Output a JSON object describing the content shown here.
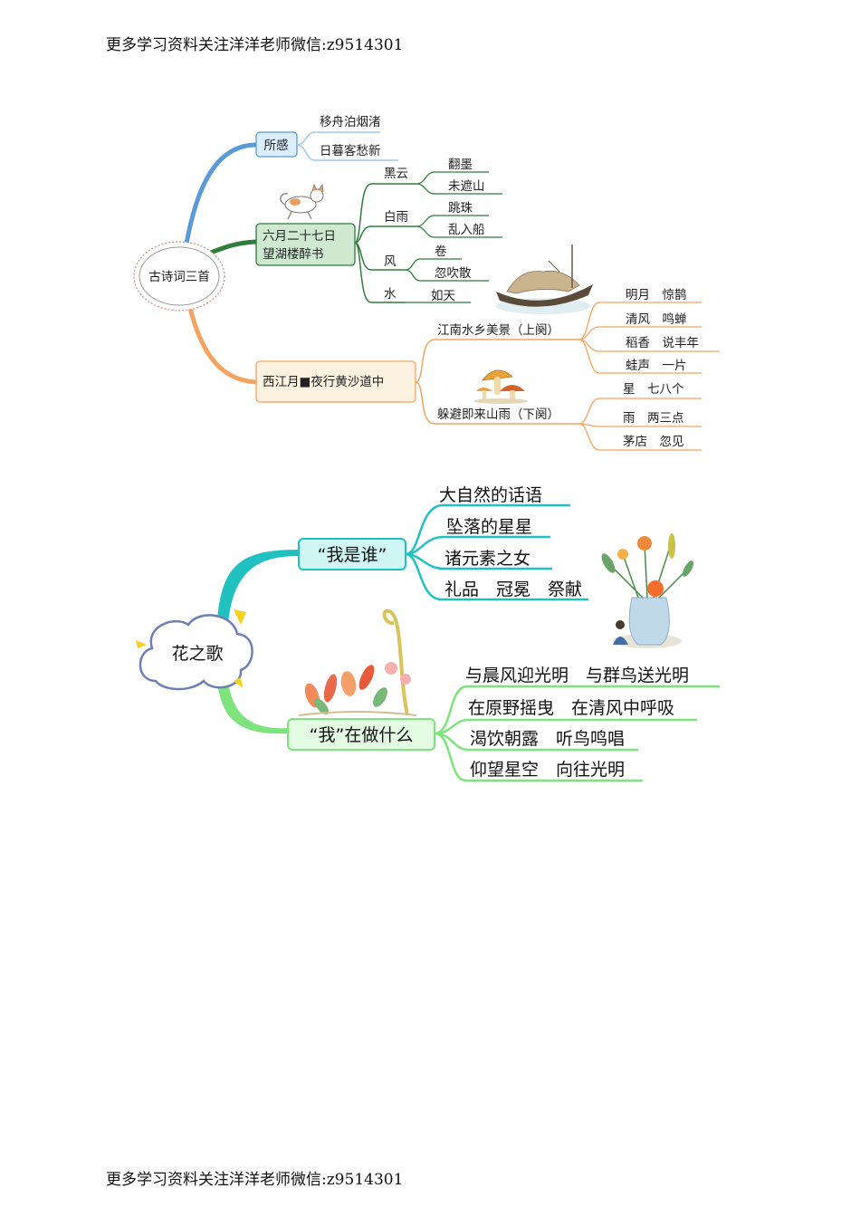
{
  "header_text": "更多学习资料关注洋洋老师微信:z9514301",
  "footer_text": "更多学习资料关注洋洋老师微信:z9514301",
  "colors": {
    "blue": "#5b9bd5",
    "green": "#2e7d3c",
    "orange": "#f4a460",
    "teal": "#21c1c1",
    "lime": "#7de37d"
  },
  "map1": {
    "root": "古诗词三首",
    "b1": {
      "label": "所感",
      "leaves": [
        "移舟泊烟渚",
        "日暮客愁新"
      ]
    },
    "b2": {
      "line1": "六月二十七日",
      "line2": "望湖楼醉书",
      "subs": [
        {
          "label": "黑云",
          "leaves": [
            "翻墨",
            "未遮山"
          ]
        },
        {
          "label": "白雨",
          "leaves": [
            "跳珠",
            "乱入船"
          ]
        },
        {
          "label": "风",
          "leaves": [
            "卷",
            "忽吹散"
          ]
        },
        {
          "label": "水",
          "leaves": [
            "如天"
          ]
        }
      ]
    },
    "b3": {
      "label": "西江月■夜行黄沙道中",
      "subs": [
        {
          "label": "江南水乡美景（上阕）",
          "leaves": [
            "明月　惊鹊",
            "清风　鸣蝉",
            "稻香　说丰年",
            "蛙声　一片"
          ]
        },
        {
          "label": "躲避即来山雨（下阕）",
          "leaves": [
            "星　七八个",
            "雨　两三点",
            "茅店　忽见"
          ]
        }
      ]
    }
  },
  "map2": {
    "root": "花之歌",
    "b1": {
      "label": "“我是谁”",
      "leaves": [
        "大自然的话语",
        "坠落的星星",
        "诸元素之女",
        "礼品　冠冕　祭献"
      ]
    },
    "b2": {
      "label": "“我”在做什么",
      "leaves": [
        "与晨风迎光明　与群鸟送光明",
        "在原野摇曳　在清风中呼吸",
        "渴饮朝露　听鸟鸣唱",
        "仰望星空　向往光明"
      ]
    }
  }
}
